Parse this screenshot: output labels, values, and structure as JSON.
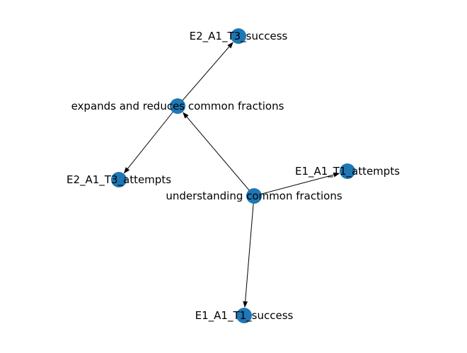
{
  "graph": {
    "node_color": "#1f77b4",
    "edge_color": "#000000",
    "nodes": [
      {
        "id": "understanding",
        "label": "understanding common fractions"
      },
      {
        "id": "expands",
        "label": "expands and reduces common fractions"
      },
      {
        "id": "e2_success",
        "label": "E2_A1_T3_success"
      },
      {
        "id": "e2_attempts",
        "label": "E2_A1_T3_attempts"
      },
      {
        "id": "e1_attempts",
        "label": "E1_A1_T1_attempts"
      },
      {
        "id": "e1_success",
        "label": "E1_A1_T1_success"
      }
    ],
    "edges": [
      {
        "source": "understanding",
        "target": "expands"
      },
      {
        "source": "understanding",
        "target": "e1_attempts"
      },
      {
        "source": "understanding",
        "target": "e1_success"
      },
      {
        "source": "expands",
        "target": "e2_success"
      },
      {
        "source": "expands",
        "target": "e2_attempts"
      }
    ]
  }
}
